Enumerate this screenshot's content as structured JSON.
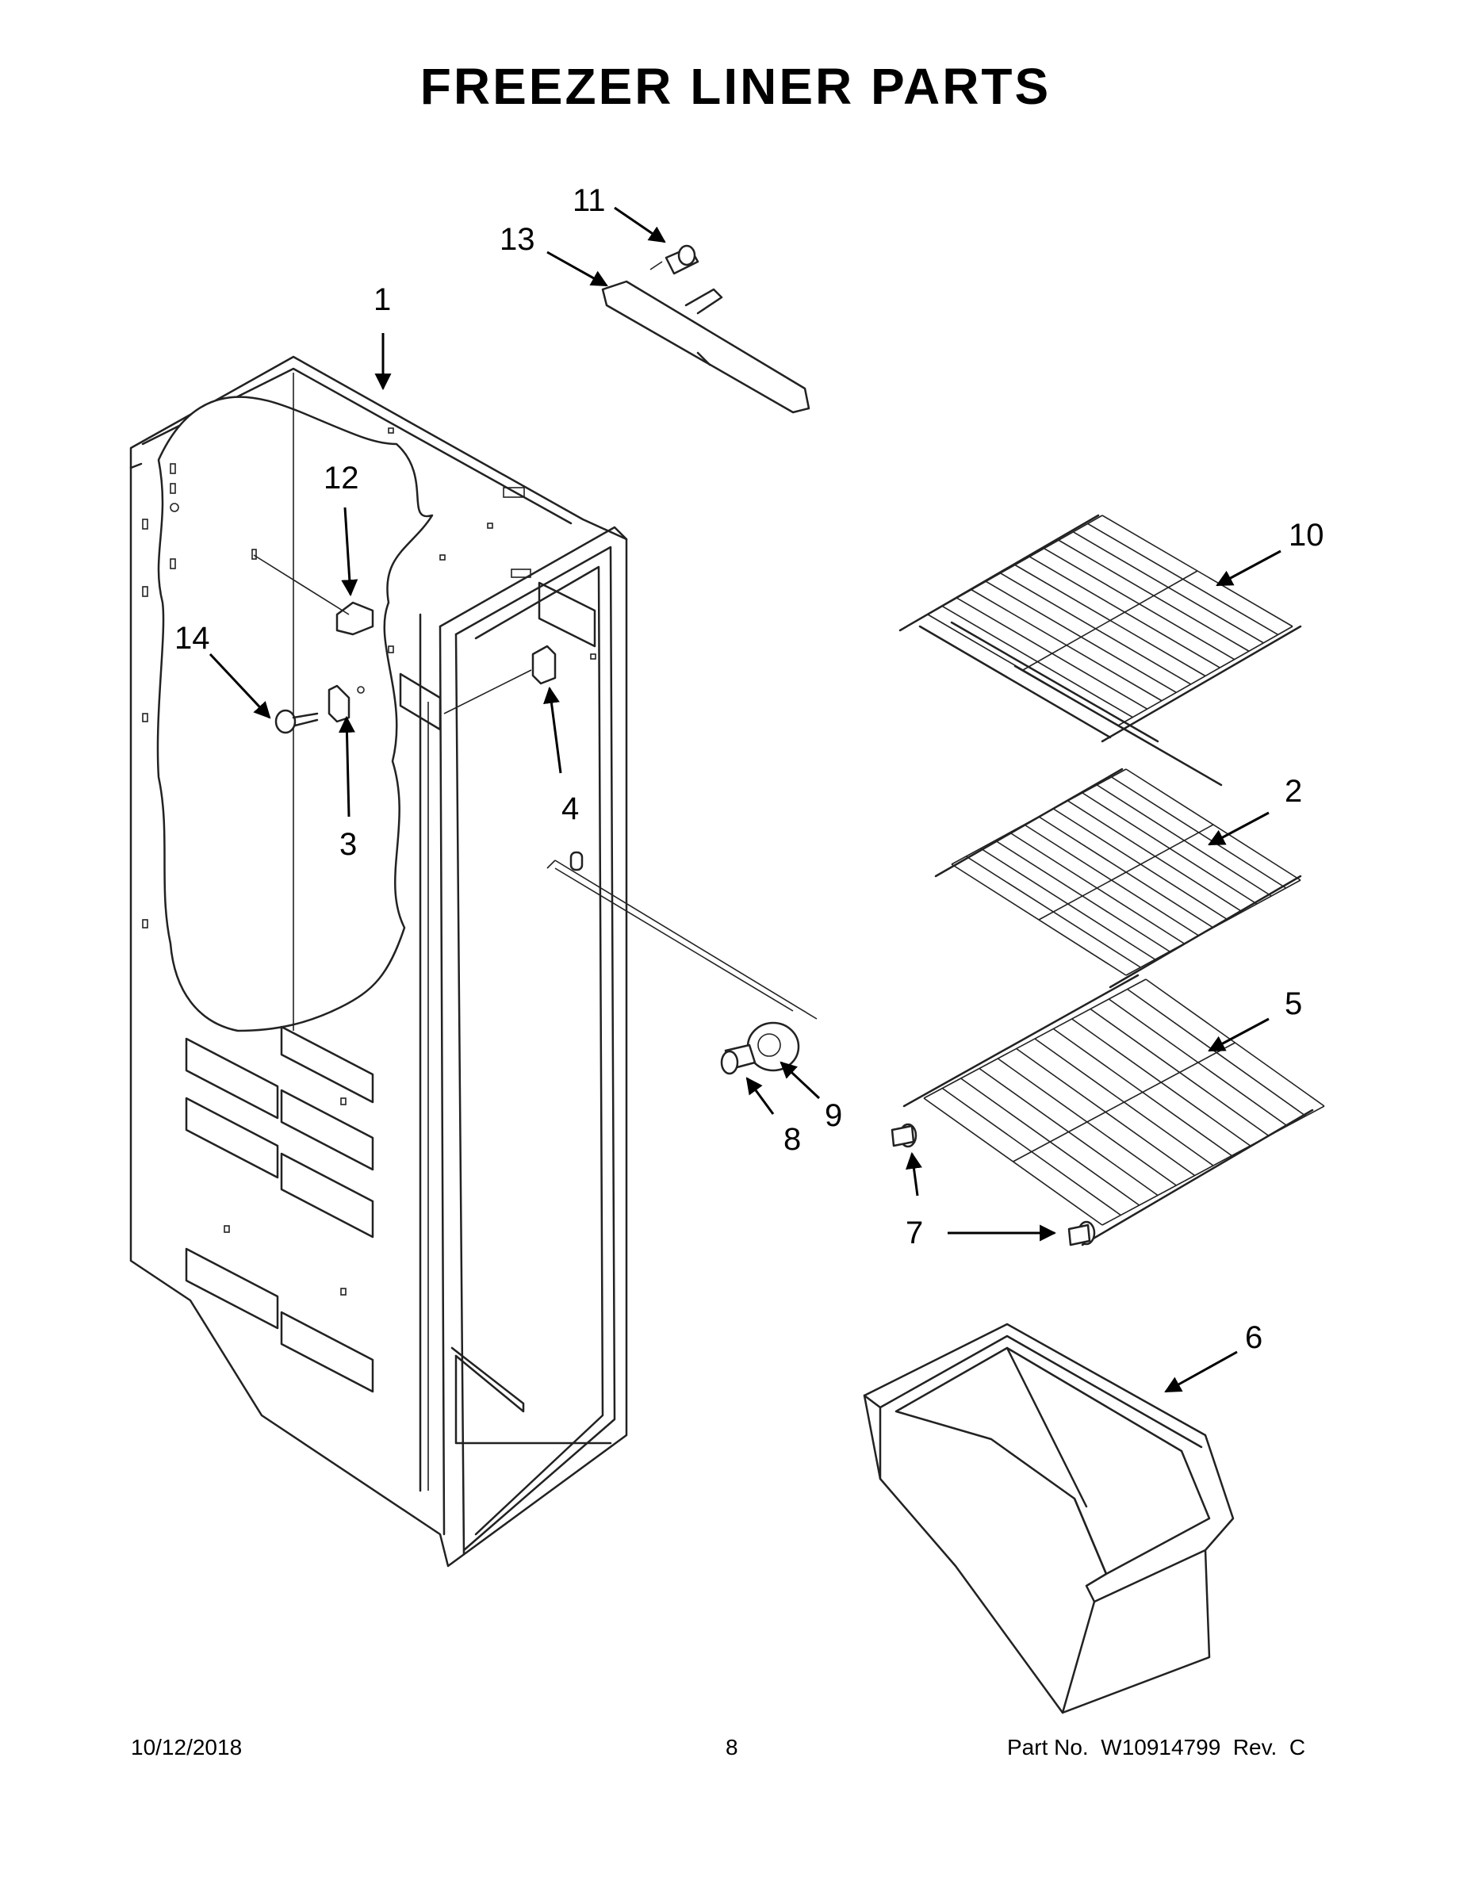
{
  "title": "FREEZER LINER PARTS",
  "callouts": {
    "c1": "1",
    "c2": "2",
    "c3": "3",
    "c4": "4",
    "c5": "5",
    "c6": "6",
    "c7": "7",
    "c8": "8",
    "c9": "9",
    "c10": "10",
    "c11": "11",
    "c12": "12",
    "c13": "13",
    "c14": "14"
  },
  "footer": {
    "date": "10/12/2018",
    "page": "8",
    "part_no": "Part No.  W10914799  Rev.  C"
  }
}
